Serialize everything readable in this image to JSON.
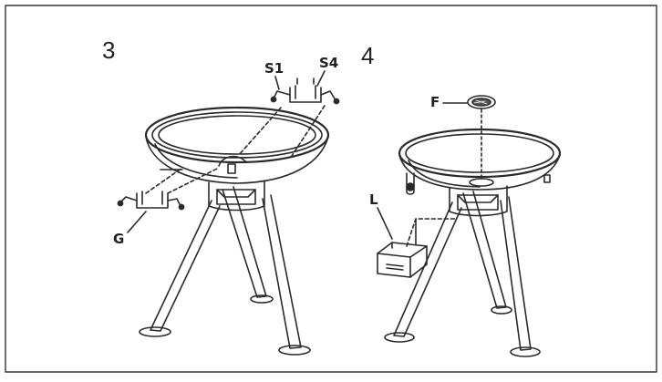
{
  "steps": {
    "step3": "3",
    "step4": "4"
  },
  "labels": {
    "s1": "S1",
    "s4": "S4",
    "g": "G",
    "f": "F",
    "l": "L"
  },
  "colors": {
    "line": "#2a2a2a",
    "border": "#333333",
    "background": "#ffffff"
  }
}
